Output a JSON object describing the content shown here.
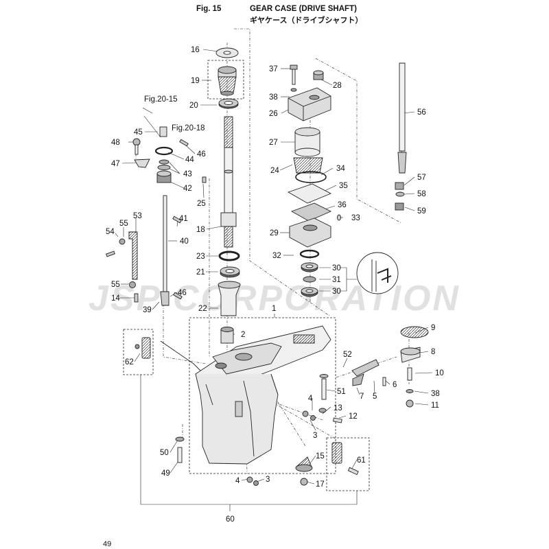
{
  "header": {
    "fig_label": "Fig. 15",
    "title_en": "GEAR CASE (DRIVE SHAFT)",
    "title_ja": "ギヤケース（ドライブシャフト）"
  },
  "watermark": "JSP CORPORATION",
  "page_number": "49",
  "callouts": {
    "c16": "16",
    "c19": "19",
    "c20": "20",
    "c18": "18",
    "c23": "23",
    "c21": "21",
    "c22": "22",
    "c25": "25",
    "c2": "2",
    "c1": "1",
    "fig2015": "Fig.20-15",
    "fig2018": "Fig.20-18",
    "c45": "45",
    "c48": "48",
    "c46a": "46",
    "c44": "44",
    "c47": "47",
    "c43": "43",
    "c42": "42",
    "c53": "53",
    "c41": "41",
    "c54": "54",
    "c55a": "55",
    "c40": "40",
    "c55b": "55",
    "c14": "14",
    "c46b": "46",
    "c39": "39",
    "c62": "62",
    "c37": "37",
    "c28": "28",
    "c38a": "38",
    "c26": "26",
    "c27": "27",
    "c24": "24",
    "c34": "34",
    "c35": "35",
    "c36": "36",
    "c33": "33",
    "c29": "29",
    "c32": "32",
    "c30a": "30",
    "c31": "31",
    "c30b": "30",
    "c56": "56",
    "c57": "57",
    "c58": "58",
    "c59": "59",
    "c9": "9",
    "c8": "8",
    "c10": "10",
    "c38b": "38",
    "c11": "11",
    "c52": "52",
    "c6": "6",
    "c7": "7",
    "c5": "5",
    "c51": "51",
    "c4a": "4",
    "c13": "13",
    "c12": "12",
    "c3a": "3",
    "c50": "50",
    "c49": "49",
    "c15": "15",
    "c61": "61",
    "c4b": "4",
    "c3b": "3",
    "c17": "17",
    "c60": "60"
  }
}
